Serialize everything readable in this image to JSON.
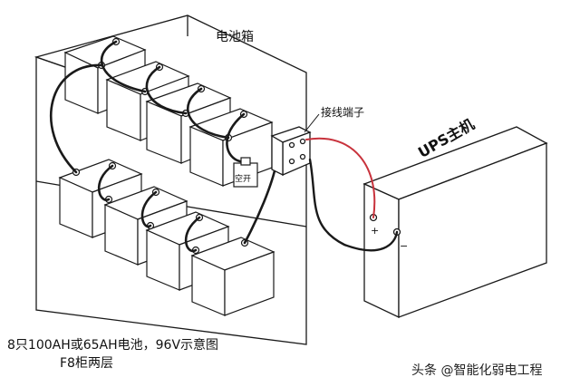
{
  "labels": {
    "battery_box": "电池箱",
    "terminal_block": "接线端子",
    "ups_host": "UPS主机",
    "caption_line1": "8只100AH或65AH电池，96V示意图",
    "caption_line2": "F8柜两层",
    "switch": "空开",
    "watermark": "头条 @智能化弱电工程"
  },
  "symbols": {
    "plus": "+",
    "minus": "−"
  },
  "colors": {
    "line": "#1a1a1a",
    "red_cable": "#c8323c",
    "background": "#ffffff"
  }
}
